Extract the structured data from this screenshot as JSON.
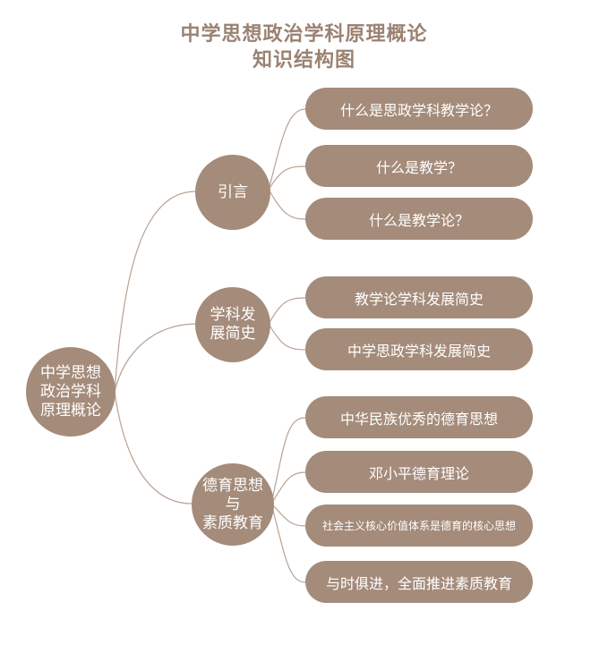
{
  "title": {
    "line1": "中学思想政治学科原理概论",
    "line2": "知识结构图"
  },
  "root": {
    "label_line1": "中学思想",
    "label_line2": "政治学科",
    "label_line3": "原理概论"
  },
  "branches": [
    {
      "label_line1": "引言",
      "children": [
        "什么是思政学科教学论？",
        "什么是教学？",
        "什么是教学论？"
      ]
    },
    {
      "label_line1": "学科发",
      "label_line2": "展简史",
      "children": [
        "教学论学科发展简史",
        "中学思政学科发展简史"
      ]
    },
    {
      "label_line1": "德育思想",
      "label_line2": "与",
      "label_line3": "素质教育",
      "children": [
        "中华民族优秀的德育思想",
        "邓小平德育理论",
        "社会主义核心价值体系是德育的核心思想",
        "与时俱进，全面推进素质教育"
      ]
    }
  ],
  "colors": {
    "node_fill": "#a48b7a",
    "title": "#9b8272",
    "connector": "#b8a394",
    "text": "#ffffff"
  }
}
